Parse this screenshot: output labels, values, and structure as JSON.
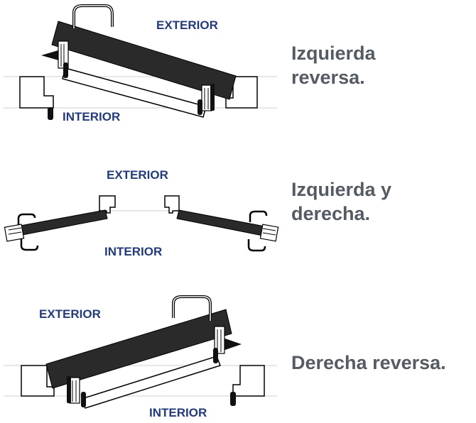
{
  "diagrams": [
    {
      "exterior_label": "EXTERIOR",
      "interior_label": "INTERIOR",
      "caption_lines": [
        "Izquierda",
        "reversa."
      ]
    },
    {
      "exterior_label": "EXTERIOR",
      "interior_label": "INTERIOR",
      "caption_lines": [
        "Izquierda y",
        "derecha."
      ]
    },
    {
      "exterior_label": "EXTERIOR",
      "interior_label": "INTERIOR",
      "caption_lines": [
        "Derecha reversa."
      ]
    }
  ],
  "colors": {
    "label": "#233b7a",
    "caption": "#555b63",
    "door": "#222222",
    "line": "#000000"
  },
  "icons": [
    "door-swing-diagram"
  ]
}
